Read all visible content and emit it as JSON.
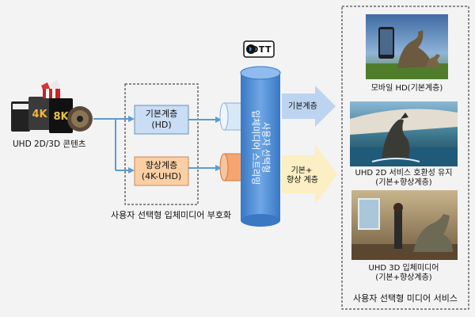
{
  "source": {
    "label": "UHD 2D/3D 콘텐츠"
  },
  "encoder": {
    "caption": "사용자 선택형 입체미디어 부호화",
    "base_layer": {
      "line1": "기본계층",
      "line2": "(HD)"
    },
    "enhance_layer": {
      "line1": "향상계층",
      "line2": "(4K-UHD)"
    }
  },
  "streaming": {
    "ott_label": "OTT",
    "text": "사용자 선택형\n입체미디어 스트리밍"
  },
  "outputs": {
    "base_arrow": "기본계층",
    "enhance_arrow_line1": "기본+",
    "enhance_arrow_line2": "향상 계층"
  },
  "services": {
    "caption": "사용자 선택형 미디어 서비스",
    "mobile": "모바일 HD(기본계층)",
    "uhd2d_line1": "UHD 2D 서비스 호환성 유지",
    "uhd2d_line2": "(기본+향상계층)",
    "uhd3d_line1": "UHD 3D 입체미디어",
    "uhd3d_line2": "(기본+향상계층)"
  },
  "colors": {
    "arrow_blue": "#5b9bd5",
    "base_box": "#c9ddf4",
    "enhance_box": "#fbcfa4",
    "cylinder": "#4f8fdb",
    "base_cyl": "#d8e8f7",
    "enhance_cyl": "#f6a56e",
    "big_arrow_blue": "#bcd4ef",
    "big_arrow_yellow": "#fbefc3"
  }
}
